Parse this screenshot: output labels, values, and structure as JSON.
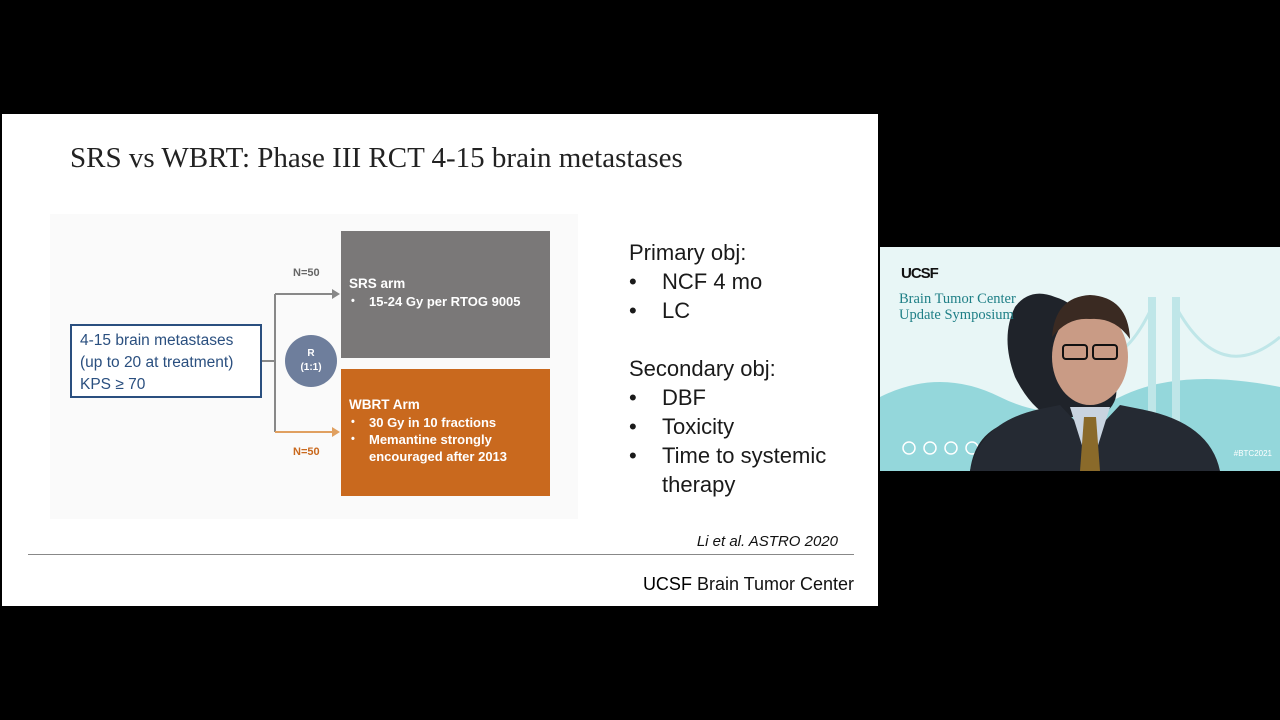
{
  "slide": {
    "title": "SRS vs WBRT: Phase III RCT 4-15 brain metastases",
    "eligibility": {
      "line1": "4-15 brain metastases",
      "line2": "(up to 20 at treatment)",
      "line3": "KPS ≥ 70"
    },
    "randomization": {
      "line1": "R",
      "line2": "(1:1)"
    },
    "srs_arm": {
      "n_label": "N=50",
      "title": "SRS arm",
      "bullets": [
        "15-24 Gy per RTOG 9005"
      ]
    },
    "wbrt_arm": {
      "n_label": "N=50",
      "title": "WBRT Arm",
      "bullets": [
        "30 Gy in 10 fractions",
        "Memantine strongly encouraged after 2013"
      ]
    },
    "primary": {
      "heading": "Primary obj:",
      "items": [
        "NCF 4 mo",
        "LC"
      ]
    },
    "secondary": {
      "heading": "Secondary obj:",
      "items": [
        "DBF",
        "Toxicity",
        "Time to systemic therapy"
      ]
    },
    "citation": "Li et al. ASTRO 2020",
    "footer_bold": "UCSF",
    "footer_rest": " Brain Tumor Center"
  },
  "video": {
    "logo": "UCSF",
    "title_line1": "Brain Tumor Center",
    "title_line2": "Update Symposium",
    "hashtag": "#BTC2021"
  },
  "colors": {
    "srs_arm": "#7a7878",
    "wbrt_arm": "#c9691e",
    "eligibility_border": "#2a4f7f",
    "randomization": "#6e7e9c",
    "video_accent": "#1e7f86"
  }
}
